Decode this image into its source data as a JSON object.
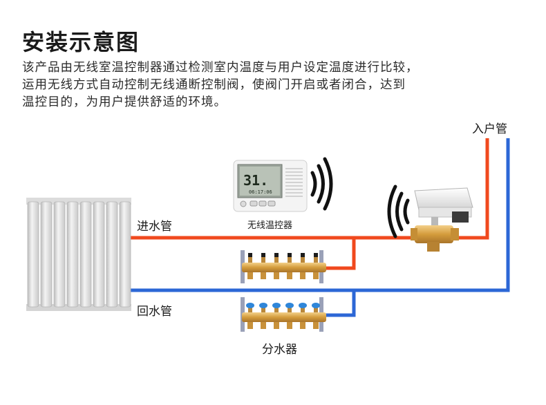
{
  "title": "安装示意图",
  "description": [
    "该产品由无线室温控制器通过检测室内温度与用户设定温度进行比较，",
    "运用无线方式自动控制无线通断控制阀，使阀门开启或者闭合，达到",
    "温控目的，为用户提供舒适的环境。"
  ],
  "labels": {
    "inlet_pipe": "入户管",
    "supply_pipe": "进水管",
    "return_pipe": "回水管",
    "thermostat": "无线温控器",
    "manifold": "分水器"
  },
  "thermostat_display": {
    "temperature": "31.",
    "clock": "06:17:06"
  },
  "colors": {
    "hot_pipe": "#f0491e",
    "cold_pipe": "#2c67d6",
    "brass": "#d6a24a",
    "radiator": "#e8e8e8"
  },
  "icons": [
    "radiator-icon",
    "thermostat-icon",
    "signal-waves-icon",
    "valve-icon",
    "manifold-icon"
  ]
}
